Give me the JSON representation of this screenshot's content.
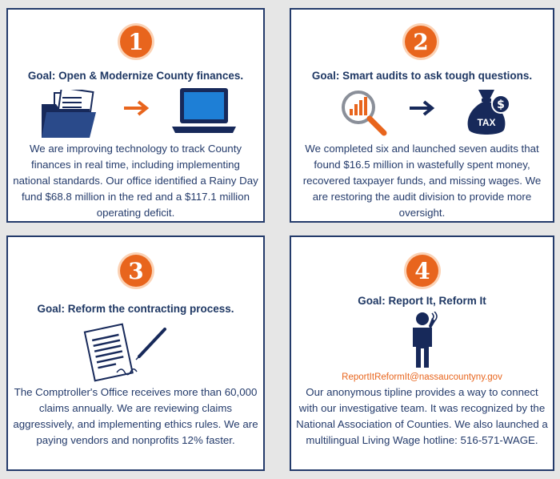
{
  "cards": [
    {
      "number": "1",
      "goal": "Goal: Open & Modernize County finances.",
      "text": "We are improving technology to track County finances in real time, including implementing national standards. Our office identified a Rainy Day fund $68.8 million in the red and a $117.1 million operating deficit."
    },
    {
      "number": "2",
      "goal": "Goal: Smart audits to ask tough questions.",
      "tax_label": "TAX",
      "text": "We completed six and launched seven audits that found $16.5 million in wastefully spent money, recovered taxpayer funds, and missing wages. We are restoring the audit division to provide more oversight."
    },
    {
      "number": "3",
      "goal": "Goal: Reform the contracting process.",
      "text": "The Comptroller's Office receives more than 60,000 claims annually. We are reviewing claims aggressively, and implementing ethics rules. We are paying vendors and nonprofits 12% faster."
    },
    {
      "number": "4",
      "goal": "Goal: Report It, Reform It",
      "email": "ReportItReformIt@nassaucountyny.gov",
      "text": "Our anonymous tipline provides a way to connect with our investigative team. It was recognized by the National Association of Counties. We also launched a multilingual Living Wage hotline: 516-571-WAGE."
    }
  ],
  "colors": {
    "accent": "#e8651d",
    "navy": "#1f3864",
    "icon_blue": "#17295a",
    "screen_blue": "#1e7fd6"
  }
}
